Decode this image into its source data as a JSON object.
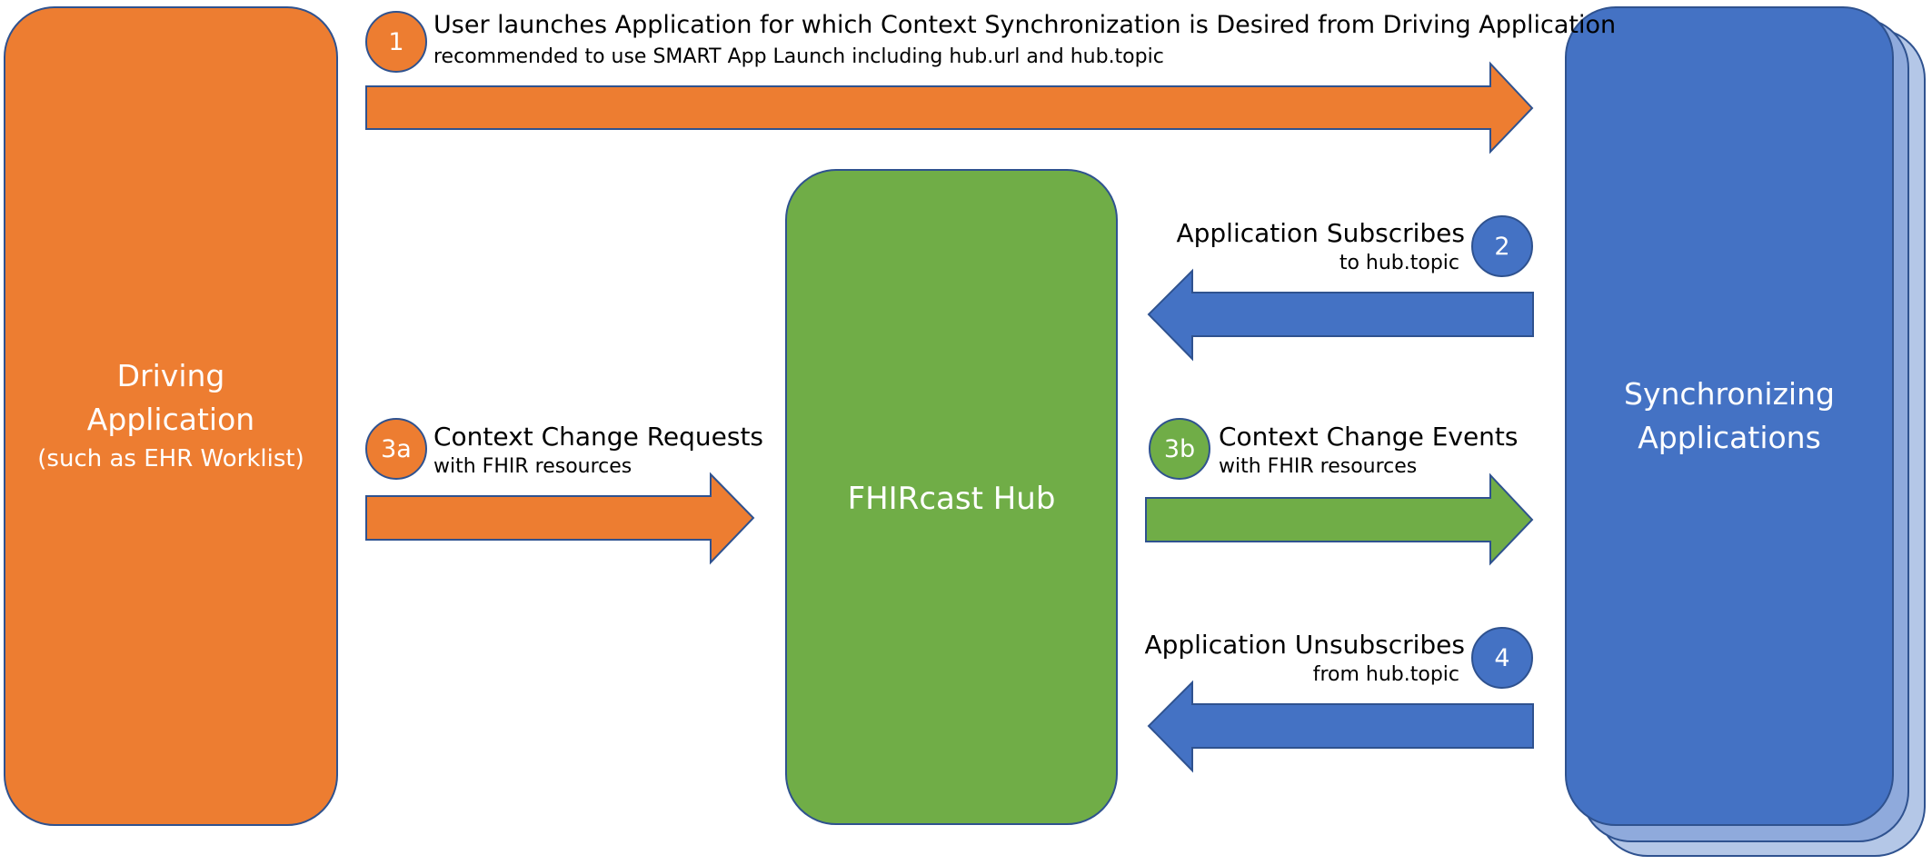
{
  "colors": {
    "orange": "#ED7D31",
    "green": "#70AD47",
    "blue": "#4472C4",
    "blue_back_1": "#8FAADC",
    "blue_back_2": "#B4C7E7",
    "text": "#000000"
  },
  "boxes": {
    "driving": {
      "line1": "Driving",
      "line2": "Application",
      "line3": "(such as EHR Worklist)"
    },
    "hub": {
      "label": "FHIRcast Hub"
    },
    "synchronizing": {
      "line1": "Synchronizing",
      "line2": "Applications"
    }
  },
  "steps": [
    {
      "badge": "1",
      "title": "User launches Application for which Context  Synchronization is Desired from Driving Application",
      "subtitle": "recommended to use SMART App Launch including hub.url and hub.topic",
      "color": "orange",
      "direction": "right"
    },
    {
      "badge": "2",
      "title": "Application Subscribes",
      "subtitle": "to hub.topic",
      "color": "blue",
      "direction": "left"
    },
    {
      "badge": "3a",
      "title": "Context Change Requests",
      "subtitle": "with FHIR resources",
      "color": "orange",
      "direction": "right"
    },
    {
      "badge": "3b",
      "title": "Context Change Events",
      "subtitle": "with FHIR resources",
      "color": "green",
      "direction": "right"
    },
    {
      "badge": "4",
      "title": "Application Unsubscribes",
      "subtitle": "from hub.topic",
      "color": "blue",
      "direction": "left"
    }
  ]
}
